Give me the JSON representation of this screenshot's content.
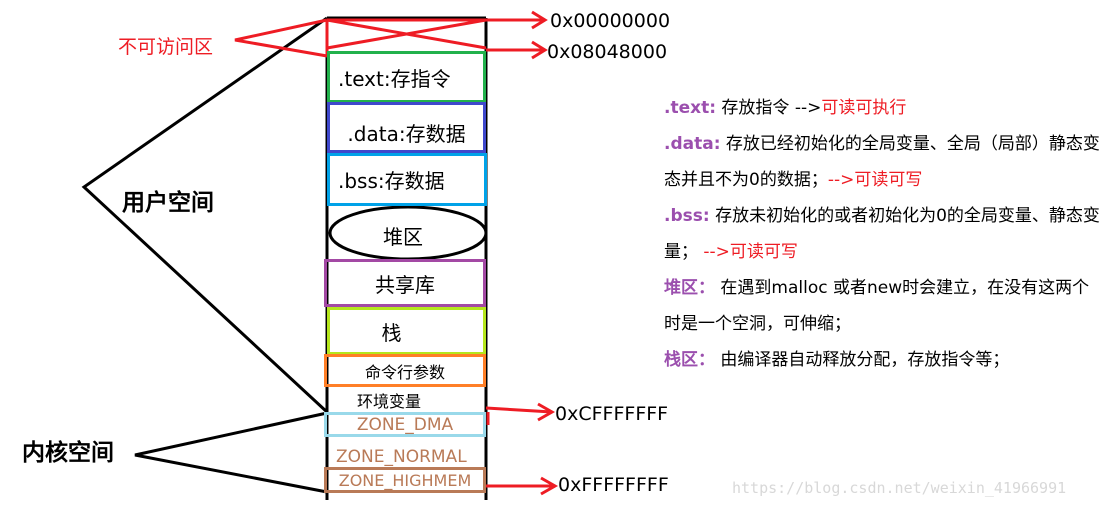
{
  "labels": {
    "unreachable": "不可访问区",
    "user_space": "用户空间",
    "kernel_space": "内核空间"
  },
  "segments": {
    "text": ".text:存指令",
    "data": ".data:存数据",
    "bss": ".bss:存数据",
    "heap": "堆区",
    "shared": "共享库",
    "stack": "栈",
    "cmdline": "命令行参数",
    "env": "环境变量",
    "zone_dma": "ZONE_DMA",
    "zone_normal": "ZONE_NORMAL",
    "zone_highmem": "ZONE_HIGHMEM"
  },
  "addresses": {
    "a0": "0x00000000",
    "a1": "0x08048000",
    "a2": "0xCFFFFFFF",
    "a3": "0xFFFFFFFF"
  },
  "descriptions": [
    {
      "key": ".text:",
      "text": " 存放指令 -->",
      "red": "可读可执行"
    },
    {
      "key": ".data:",
      "text": " 存放已经初始化的全局变量、全局（局部）静态变态并且不为0的数据；",
      "red": "-->可读可写"
    },
    {
      "key": ".bss:",
      "text": " 存放未初始化的或者初始化为0的全局变量、静态变量；  ",
      "red": "-->可读可写"
    },
    {
      "key": "堆区：",
      "text": " 在遇到malloc 或者new时会建立，在没有这两个时是一个空洞，可伸缩；",
      "red": ""
    },
    {
      "key": "栈区：",
      "text": " 由编译器自动释放分配，存放指令等；",
      "red": ""
    }
  ],
  "watermark": "https://blog.csdn.net/weixin_41966991",
  "colors": {
    "red": "#ee1c24",
    "purple": "#9b4fae",
    "zone": "#b97a57"
  }
}
